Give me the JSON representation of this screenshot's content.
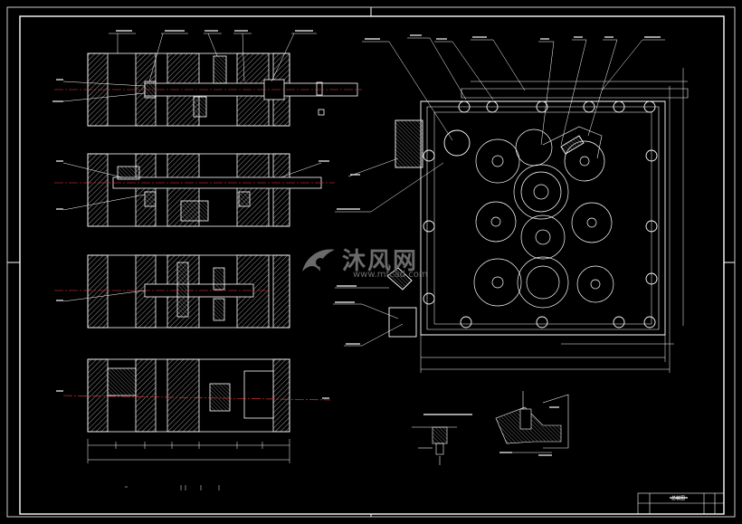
{
  "watermark": {
    "brand": "沐风网",
    "url": "www.mfcad.com"
  },
  "colors": {
    "line": "#ffffff",
    "red": "#ff3b3b",
    "hatch": "#bdbdbd",
    "bg": "#000000",
    "watermark": "#6b6b6b"
  },
  "title_block": {
    "name": "总装图"
  }
}
